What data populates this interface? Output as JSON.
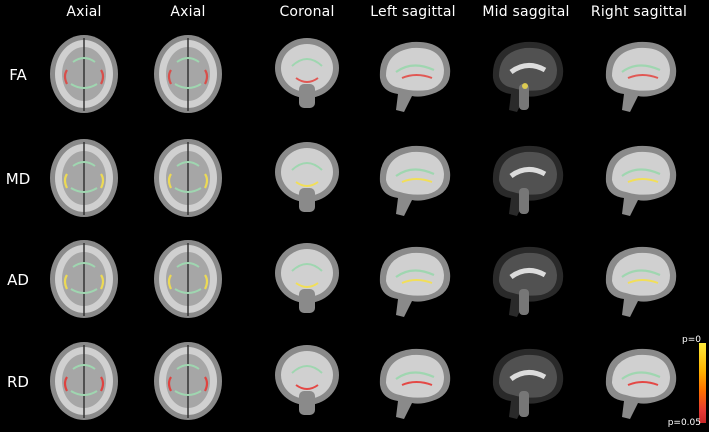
{
  "columns": [
    "Axial",
    "Axial",
    "Coronal",
    "Left sagittal",
    "Mid saggital",
    "Right sagittal"
  ],
  "rows": [
    "FA",
    "MD",
    "AD",
    "RD"
  ],
  "colorbar": {
    "top_label": "p=0",
    "bottom_label": "p=0.05",
    "colors": [
      "#ffeb3b",
      "#ffb300",
      "#ff6f00",
      "#e53935",
      "#c62828"
    ]
  },
  "colors": {
    "background": "#000000",
    "skeleton": "#9fd6b0",
    "brain_gray": "#8a8a8a",
    "brain_white": "#dcdcdc",
    "highlight_hot": "#e53935",
    "highlight_yellow": "#f5e04a"
  }
}
